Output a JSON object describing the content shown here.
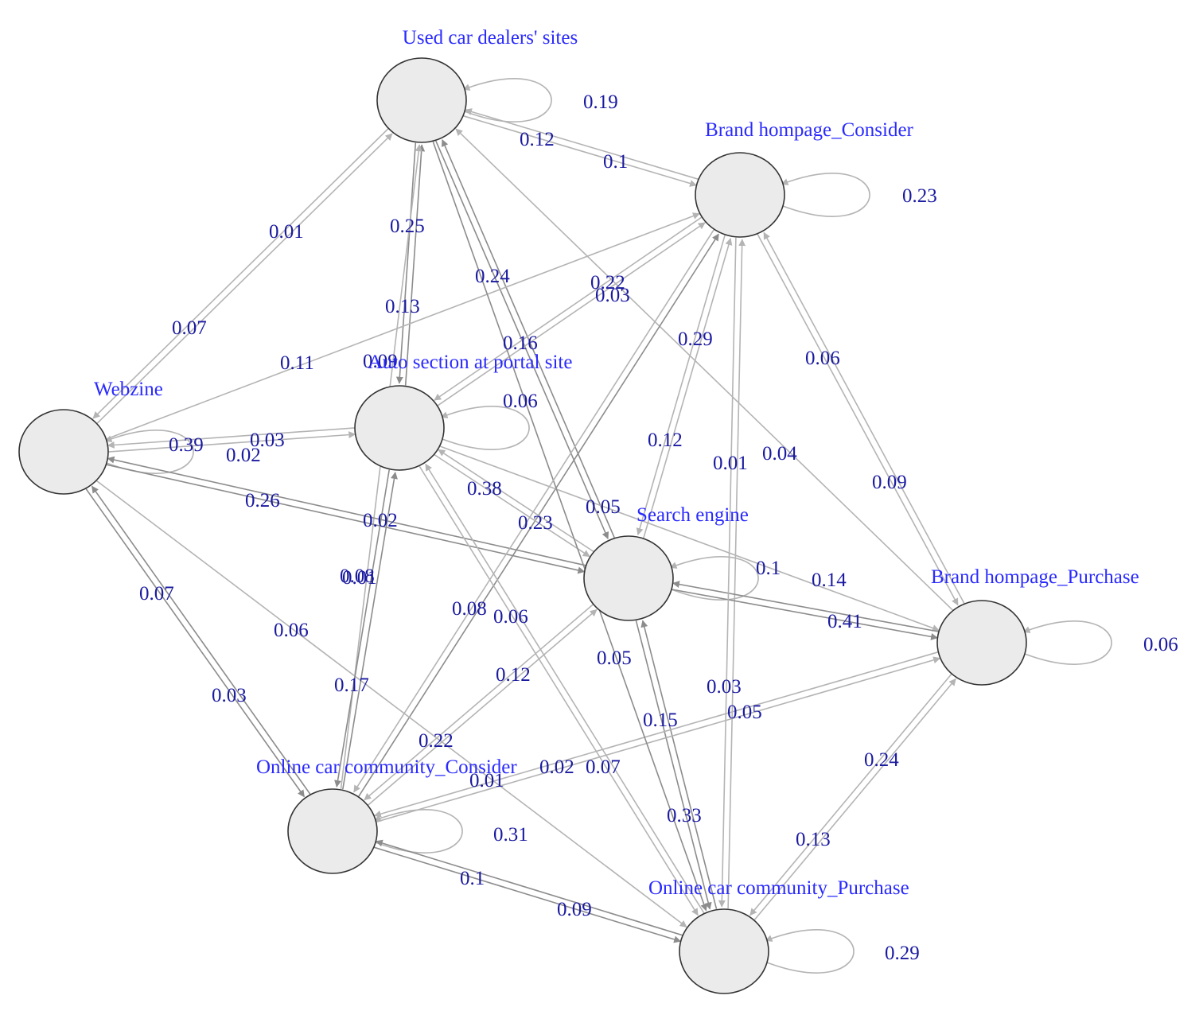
{
  "colors": {
    "node_fill": "#ebebeb",
    "node_stroke": "#333333",
    "node_label": "#2a2aff",
    "edge_label": "#1a1aa0",
    "edge_light": "#b4b4b4",
    "edge_dark": "#8c8c8c"
  },
  "nodes": [
    {
      "id": "used",
      "label": "Used car dealers' sites"
    },
    {
      "id": "bhc",
      "label": "Brand hompage_Consider"
    },
    {
      "id": "webzine",
      "label": "Webzine"
    },
    {
      "id": "auto",
      "label": "Auto section at portal site"
    },
    {
      "id": "search",
      "label": "Search engine"
    },
    {
      "id": "bhp",
      "label": "Brand hompage_Purchase"
    },
    {
      "id": "occ",
      "label": "Online car community_Consider"
    },
    {
      "id": "ocp",
      "label": "Online car community_Purchase"
    }
  ],
  "edges": [
    {
      "from": "used",
      "to": "used",
      "label": "0.19"
    },
    {
      "from": "bhc",
      "to": "bhc",
      "label": "0.23"
    },
    {
      "from": "webzine",
      "to": "webzine",
      "label": "0.39"
    },
    {
      "from": "auto",
      "to": "auto",
      "label": "0.06"
    },
    {
      "from": "search",
      "to": "search",
      "label": "0.1"
    },
    {
      "from": "bhp",
      "to": "bhp",
      "label": "0.06"
    },
    {
      "from": "occ",
      "to": "occ",
      "label": "0.31"
    },
    {
      "from": "ocp",
      "to": "ocp",
      "label": "0.29"
    },
    {
      "from": "bhc",
      "to": "used",
      "label": "0.12"
    },
    {
      "from": "used",
      "to": "bhc",
      "label": "0.1"
    },
    {
      "from": "webzine",
      "to": "used",
      "label": "0.01"
    },
    {
      "from": "used",
      "to": "webzine",
      "label": "0.07"
    },
    {
      "from": "auto",
      "to": "used",
      "label": "0.25"
    },
    {
      "from": "used",
      "to": "auto",
      "label": "0.13"
    },
    {
      "from": "search",
      "to": "used",
      "label": "0.24"
    },
    {
      "from": "used",
      "to": "search",
      "label": "0.16"
    },
    {
      "from": "bhp",
      "to": "used",
      "label": "0.04"
    },
    {
      "from": "occ",
      "to": "used",
      "label": "0.09"
    },
    {
      "from": "webzine",
      "to": "bhc",
      "label": "0.11"
    },
    {
      "from": "auto",
      "to": "bhc",
      "label": "0.03"
    },
    {
      "from": "bhc",
      "to": "auto",
      "label": "0.22"
    },
    {
      "from": "search",
      "to": "bhc",
      "label": "0.29"
    },
    {
      "from": "bhc",
      "to": "search",
      "label": "0.12"
    },
    {
      "from": "bhp",
      "to": "bhc",
      "label": "0.06"
    },
    {
      "from": "bhc",
      "to": "bhp",
      "label": "0.09"
    },
    {
      "from": "occ",
      "to": "bhc",
      "label": "0.08"
    },
    {
      "from": "ocp",
      "to": "bhc",
      "label": "0.01"
    },
    {
      "from": "webzine",
      "to": "auto",
      "label": "0.03"
    },
    {
      "from": "auto",
      "to": "webzine",
      "label": "0.02"
    },
    {
      "from": "webzine",
      "to": "search",
      "label": "0.02"
    },
    {
      "from": "search",
      "to": "webzine",
      "label": "0.26"
    },
    {
      "from": "webzine",
      "to": "occ",
      "label": "0.03"
    },
    {
      "from": "occ",
      "to": "webzine",
      "label": "0.07"
    },
    {
      "from": "webzine",
      "to": "ocp",
      "label": "0.06"
    },
    {
      "from": "auto",
      "to": "search",
      "label": "0.38"
    },
    {
      "from": "search",
      "to": "auto",
      "label": "0.23"
    },
    {
      "from": "auto",
      "to": "bhp",
      "label": "0.05"
    },
    {
      "from": "auto",
      "to": "occ",
      "label": "0.08"
    },
    {
      "from": "occ",
      "to": "auto",
      "label": "0.17"
    },
    {
      "from": "ocp",
      "to": "auto",
      "label": "0.06"
    },
    {
      "from": "search",
      "to": "bhp",
      "label": "0.14"
    },
    {
      "from": "bhp",
      "to": "search",
      "label": "0.41"
    },
    {
      "from": "occ",
      "to": "search",
      "label": "0.12"
    },
    {
      "from": "search",
      "to": "ocp",
      "label": "0.05"
    },
    {
      "from": "ocp",
      "to": "search",
      "label": "0.15"
    },
    {
      "from": "occ",
      "to": "bhp",
      "label": "0.05"
    },
    {
      "from": "bhp",
      "to": "occ",
      "label": "0.02"
    },
    {
      "from": "occ",
      "to": "ocp",
      "label": "0.09"
    },
    {
      "from": "ocp",
      "to": "occ",
      "label": "0.1"
    },
    {
      "from": "bhp",
      "to": "ocp",
      "label": "0.13"
    },
    {
      "from": "ocp",
      "to": "bhp",
      "label": "0.24"
    },
    {
      "from": "auto",
      "to": "ocp",
      "label": "0.07"
    },
    {
      "from": "used",
      "to": "ocp",
      "label": "0.33"
    },
    {
      "from": "bhc",
      "to": "ocp",
      "label": "0.03"
    },
    {
      "from": "bhc",
      "to": "occ",
      "label": "0.01"
    },
    {
      "from": "search",
      "to": "occ",
      "label": "0.22"
    },
    {
      "from": "occ",
      "to": "occ",
      "label": "0.01"
    }
  ]
}
